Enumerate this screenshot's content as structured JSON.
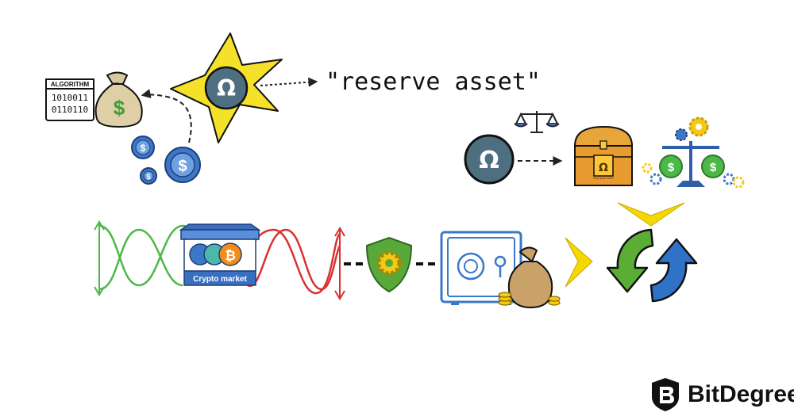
{
  "labels": {
    "reserve_asset": "\"reserve asset\"",
    "algorithm_title": "ALGORITHM",
    "algorithm_bits_1": "1010011",
    "algorithm_bits_2": "0110110",
    "crypto_market": "Crypto market",
    "chest_caption": "Olympus DAO",
    "bitcoin_symbol": "₿",
    "dollar_symbol": "$",
    "omega_symbol": "Ω"
  },
  "brand": {
    "name": "BitDegree"
  },
  "colors": {
    "star": "#f5e02a",
    "omega_coin": "#4d6f80",
    "wave_green": "#4cb848",
    "wave_red": "#d93131",
    "shield": "#5aa83a",
    "gear": "#f6c915",
    "safe": "#3a78c9",
    "chevron": "#f5d800",
    "arrow_green": "#5aae35",
    "arrow_blue": "#2f73c9",
    "coin_blue": "#3d78c8"
  }
}
